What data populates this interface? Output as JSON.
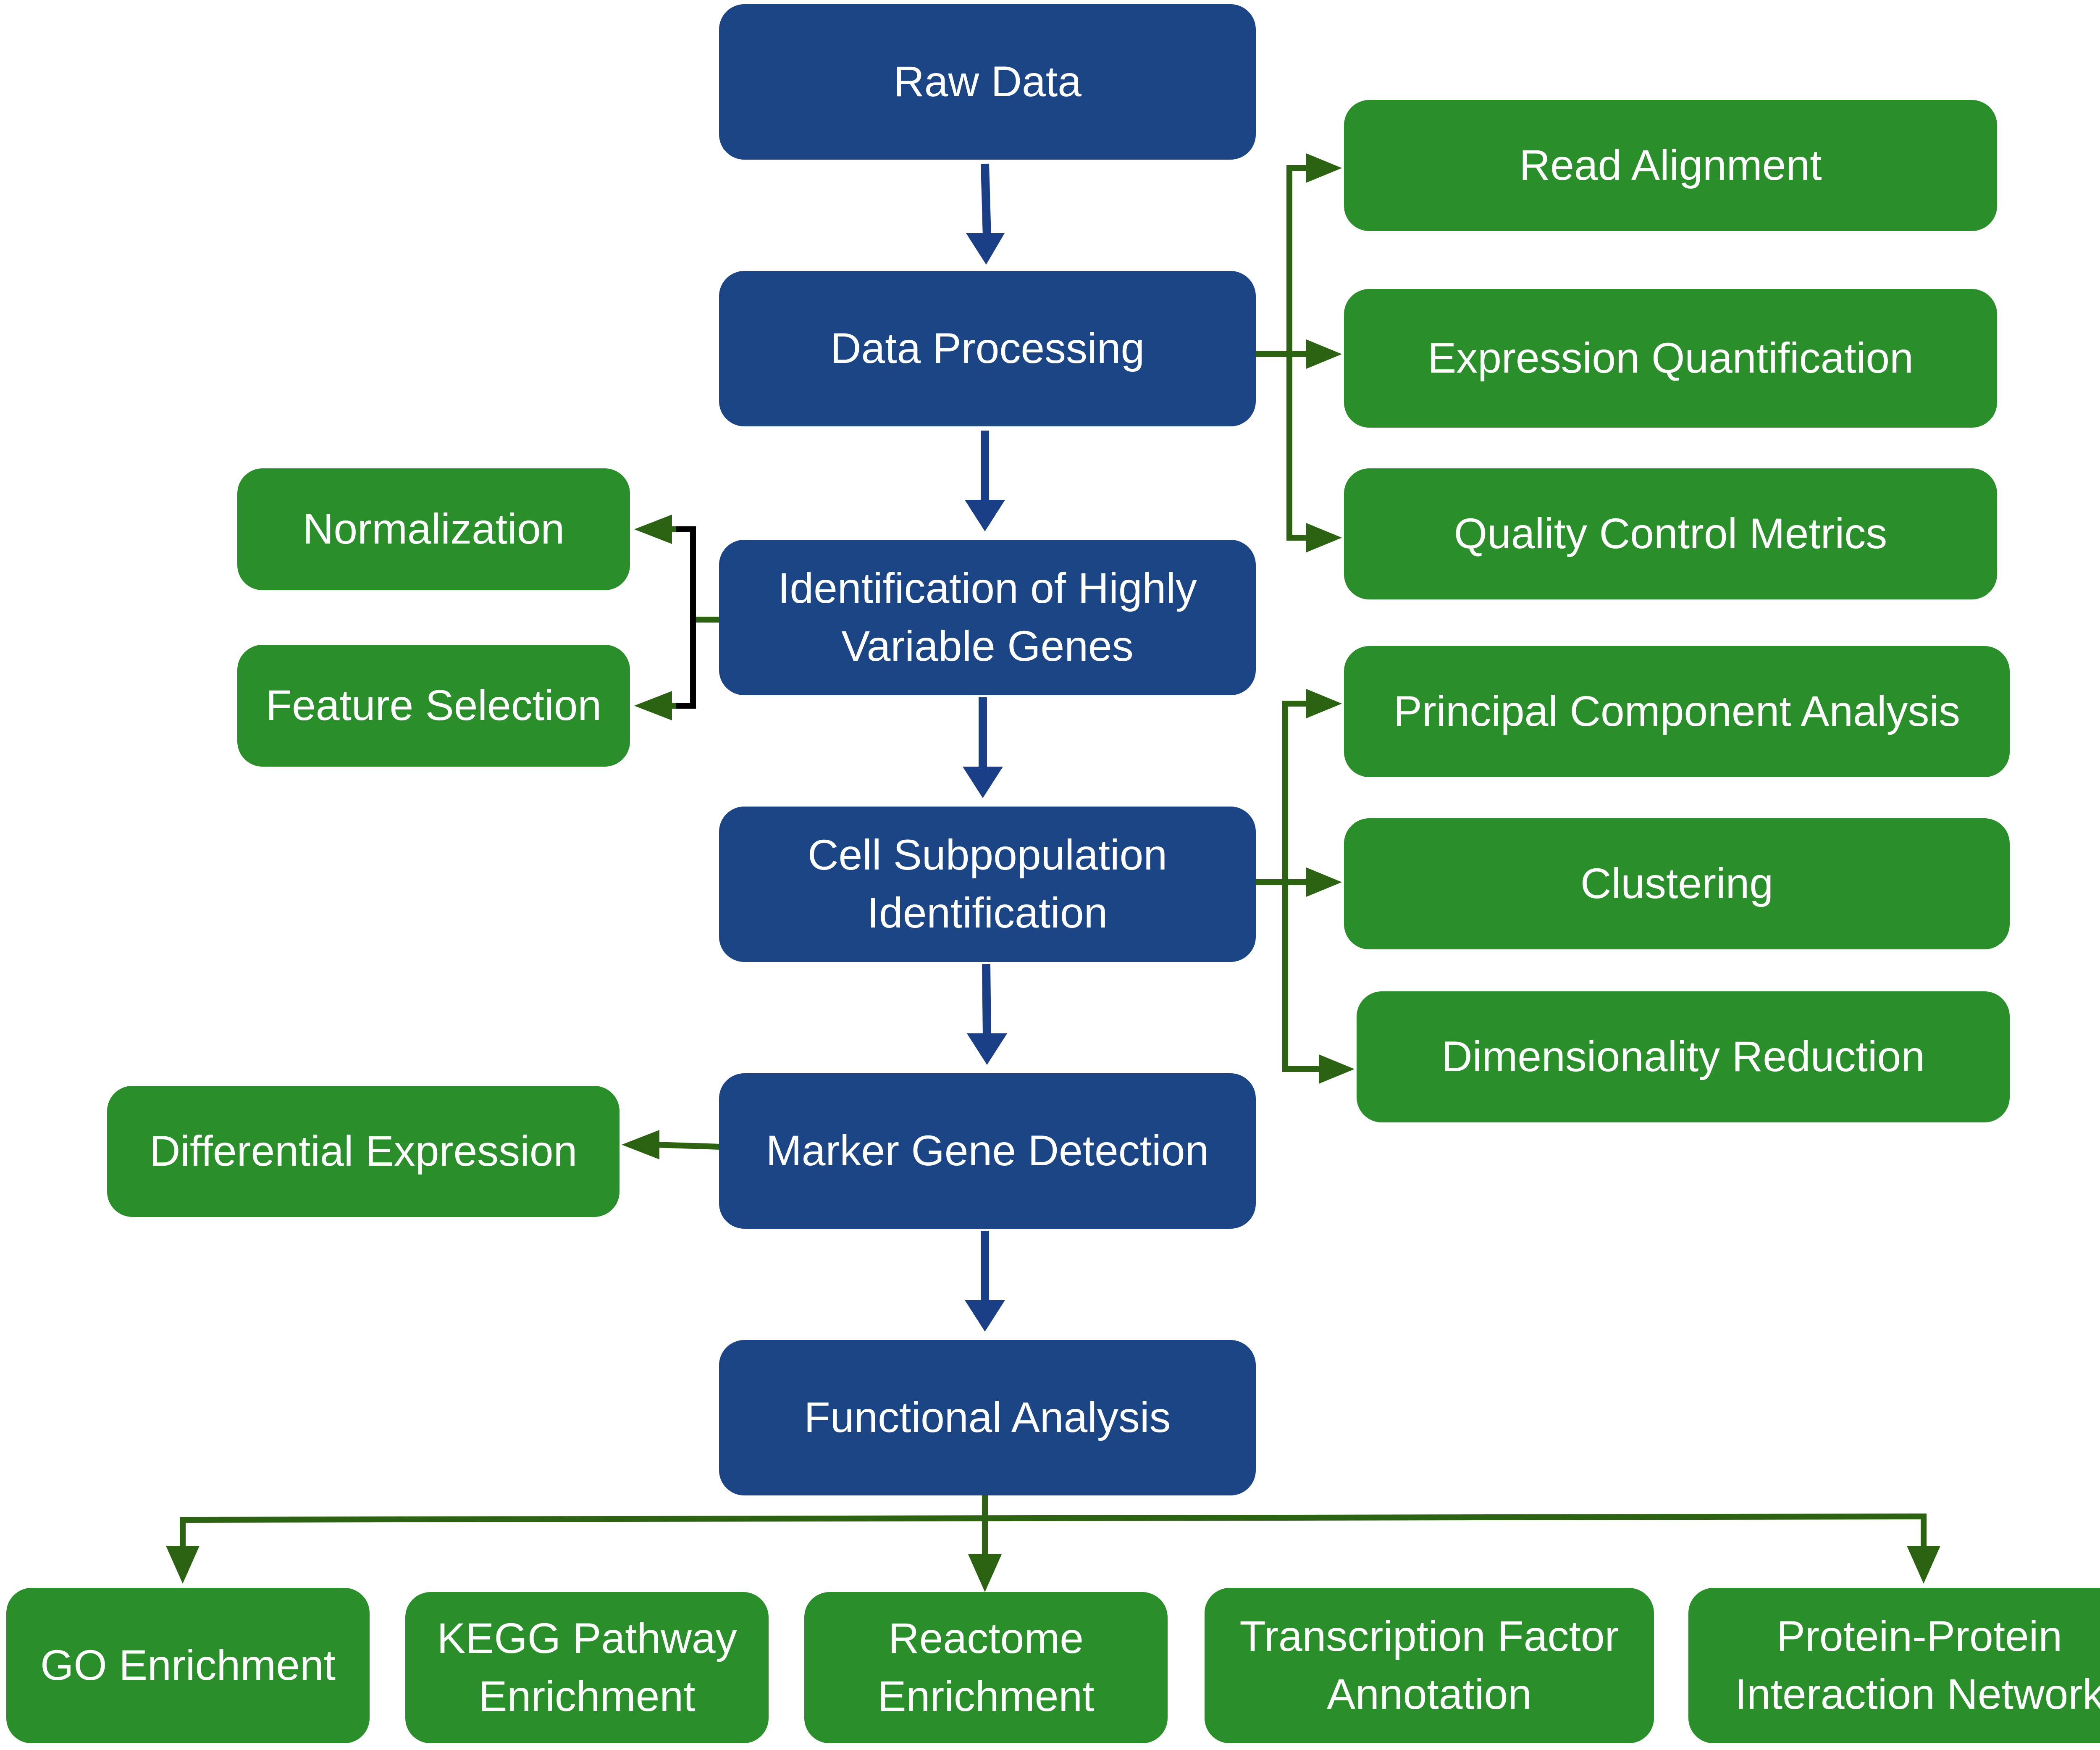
{
  "colors": {
    "main_step": "#1b4585",
    "sub_step": "#2a8f2a",
    "main_arrow": "#1b3f86",
    "sub_arrow": "#2b6313",
    "bracket": "#000000",
    "text": "#ffffff"
  },
  "main_steps": {
    "raw_data": "Raw Data",
    "data_processing": "Data Processing",
    "hvg": "Identification of Highly\nVariable Genes",
    "subpopulation": "Cell Subpopulation\nIdentification",
    "marker": "Marker Gene Detection",
    "functional": "Functional Analysis"
  },
  "data_processing_outputs": {
    "read_alignment": "Read Alignment",
    "expression_quantification": "Expression Quantification",
    "quality_control": "Quality Control Metrics"
  },
  "hvg_outputs": {
    "normalization": "Normalization",
    "feature_selection": "Feature Selection"
  },
  "subpopulation_outputs": {
    "pca": "Principal Component Analysis",
    "clustering": "Clustering",
    "dim_reduction": "Dimensionality Reduction"
  },
  "marker_outputs": {
    "differential_expression": "Differential Expression"
  },
  "functional_outputs": {
    "go": "GO Enrichment",
    "kegg": "KEGG Pathway\nEnrichment",
    "reactome": "Reactome\nEnrichment",
    "tf": "Transcription Factor\nAnnotation",
    "ppi": "Protein-Protein\nInteraction Network"
  }
}
